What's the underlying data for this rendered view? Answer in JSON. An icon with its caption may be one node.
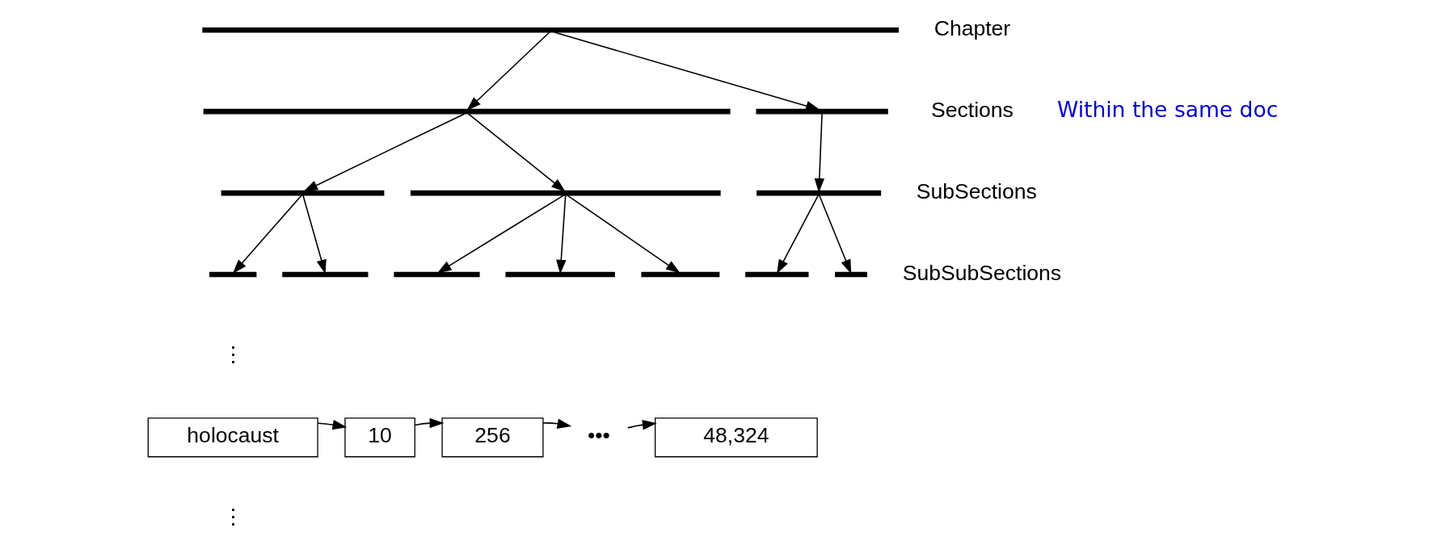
{
  "diagram": {
    "nodes": [
      {
        "text": [],
        "shape": "bar"
      },
      {
        "text": [],
        "shape": "bar"
      },
      {
        "text": [],
        "shape": "bar"
      },
      {
        "text": [],
        "shape": "bar"
      },
      {
        "text": [],
        "shape": "bar"
      },
      {
        "text": [],
        "shape": "bar"
      },
      {
        "text": [],
        "shape": "bar"
      },
      {
        "text": [],
        "shape": "bar"
      },
      {
        "text": [],
        "shape": "bar"
      },
      {
        "text": [],
        "shape": "bar"
      },
      {
        "text": [],
        "shape": "bar"
      },
      {
        "text": [],
        "shape": "bar"
      },
      {
        "text": [],
        "shape": "bar"
      },
      {
        "text": [
          "holocaust"
        ]
      },
      {
        "text": [
          "10"
        ]
      },
      {
        "text": [
          "256"
        ]
      },
      {
        "text": [
          "•••"
        ]
      },
      {
        "text": [
          "48,324"
        ]
      }
    ],
    "edges": [
      {
        "from": 0,
        "to": 1,
        "arrow": "to"
      },
      {
        "from": 0,
        "to": 2,
        "arrow": "to"
      },
      {
        "from": 1,
        "to": 3,
        "arrow": "to"
      },
      {
        "from": 1,
        "to": 4,
        "arrow": "to"
      },
      {
        "from": 2,
        "to": 5,
        "arrow": "to"
      },
      {
        "from": 3,
        "to": 6,
        "arrow": "to"
      },
      {
        "from": 3,
        "to": 7,
        "arrow": "to"
      },
      {
        "from": 4,
        "to": 8,
        "arrow": "to"
      },
      {
        "from": 4,
        "to": 9,
        "arrow": "to"
      },
      {
        "from": 4,
        "to": 10,
        "arrow": "to"
      },
      {
        "from": 5,
        "to": 11,
        "arrow": "to"
      },
      {
        "from": 5,
        "to": 12,
        "arrow": "to"
      },
      {
        "from": 13,
        "to": 14,
        "arrow": "to"
      },
      {
        "from": 14,
        "to": 15,
        "arrow": "to"
      },
      {
        "from": 15,
        "to": 16,
        "arrow": "to"
      },
      {
        "from": 16,
        "to": 17,
        "arrow": "to"
      }
    ],
    "labels": [
      "Chapter",
      "Sections",
      "Within the same doc",
      "SubSections",
      "SubSubSections",
      "⋮",
      "⋮"
    ]
  }
}
